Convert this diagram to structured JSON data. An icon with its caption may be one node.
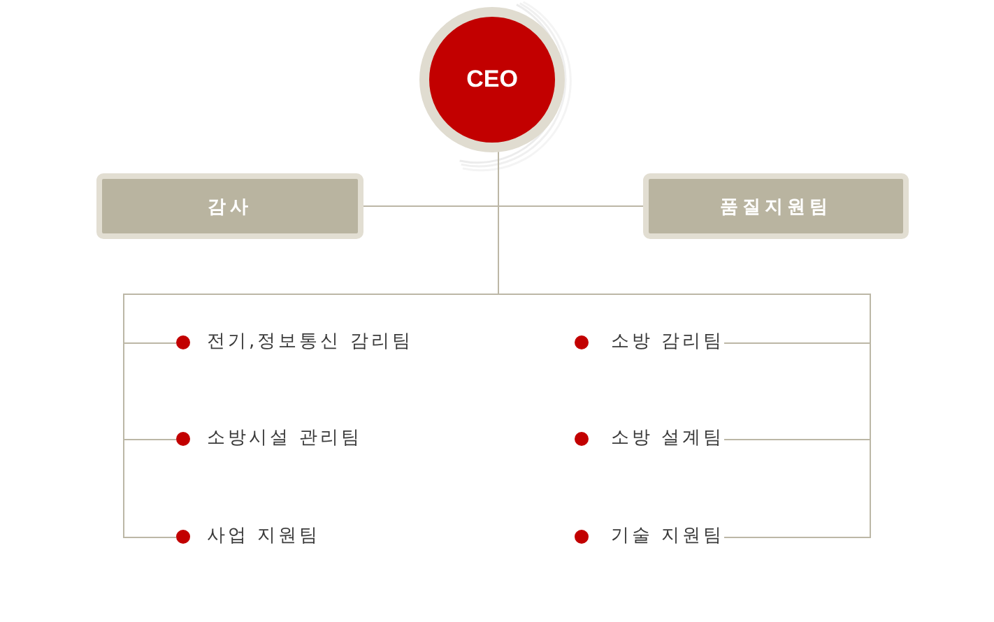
{
  "diagram": {
    "nodes": [
      {
        "text": [
          "CEO"
        ]
      },
      {
        "text": [
          "감사"
        ]
      },
      {
        "text": [
          "품질지원팀"
        ]
      },
      {
        "text": [
          "전기,정보통신 감리팀"
        ]
      },
      {
        "text": [
          "소방 감리팀"
        ]
      },
      {
        "text": [
          "소방시설 관리팀"
        ]
      },
      {
        "text": [
          "소방 설계팀"
        ]
      },
      {
        "text": [
          "사업 지원팀"
        ]
      },
      {
        "text": [
          "기술 지원팀"
        ]
      }
    ],
    "edges": [
      {
        "from": 0,
        "to": 1,
        "arrow": "none"
      },
      {
        "from": 0,
        "to": 2,
        "arrow": "none"
      },
      {
        "from": 0,
        "to": 3,
        "arrow": "none"
      },
      {
        "from": 0,
        "to": 4,
        "arrow": "none"
      },
      {
        "from": 0,
        "to": 5,
        "arrow": "none"
      },
      {
        "from": 0,
        "to": 6,
        "arrow": "none"
      },
      {
        "from": 0,
        "to": 7,
        "arrow": "none"
      },
      {
        "from": 0,
        "to": 8,
        "arrow": "none"
      }
    ]
  }
}
